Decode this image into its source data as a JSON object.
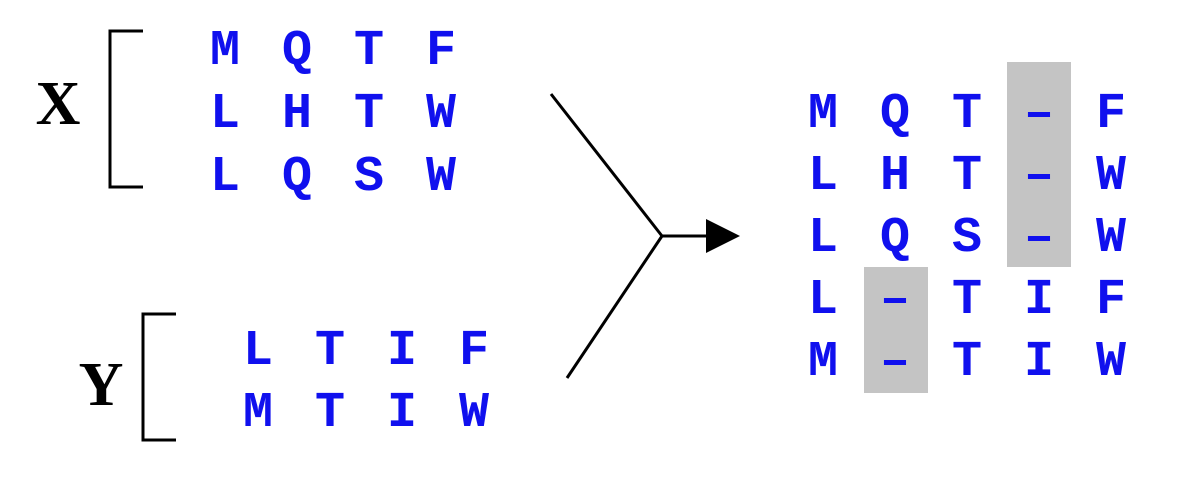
{
  "colors": {
    "residue": "#1010ee",
    "gap_highlight": "#c4c4c4",
    "label": "#000000",
    "line": "#000000"
  },
  "group_x": {
    "label": "X",
    "rows": [
      [
        "M",
        "Q",
        "T",
        "F"
      ],
      [
        "L",
        "H",
        "T",
        "W"
      ],
      [
        "L",
        "Q",
        "S",
        "W"
      ]
    ]
  },
  "group_y": {
    "label": "Y",
    "rows": [
      [
        "L",
        "T",
        "I",
        "F"
      ],
      [
        "M",
        "T",
        "I",
        "W"
      ]
    ]
  },
  "aligned": {
    "rows": [
      [
        "M",
        "Q",
        "T",
        "–",
        "F"
      ],
      [
        "L",
        "H",
        "T",
        "–",
        "W"
      ],
      [
        "L",
        "Q",
        "S",
        "–",
        "W"
      ],
      [
        "L",
        "–",
        "T",
        "I",
        "F"
      ],
      [
        "M",
        "–",
        "T",
        "I",
        "W"
      ]
    ]
  }
}
